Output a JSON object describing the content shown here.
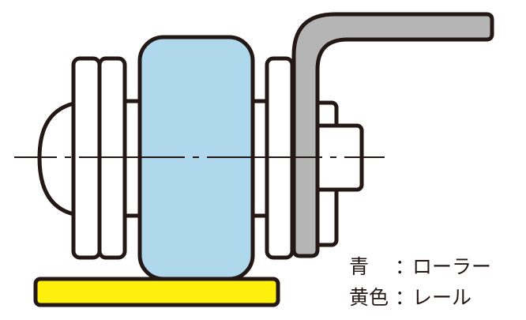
{
  "diagram": {
    "description": "Cross-section of a roller on a rail with bracket",
    "colors": {
      "roller": "#b0d8ec",
      "rail": "#fff10d",
      "bracket": "#b5b5b5",
      "outline": "#231815",
      "background": "#ffffff"
    },
    "parts": [
      {
        "id": "roller",
        "color_name": "青",
        "label": "ローラー"
      },
      {
        "id": "rail",
        "color_name": "黄色",
        "label": "レール"
      }
    ]
  },
  "legend": {
    "items": [
      {
        "key": "青",
        "colon": "：",
        "value": "ローラー"
      },
      {
        "key": "黄色",
        "colon": "：",
        "value": "レール"
      }
    ]
  }
}
